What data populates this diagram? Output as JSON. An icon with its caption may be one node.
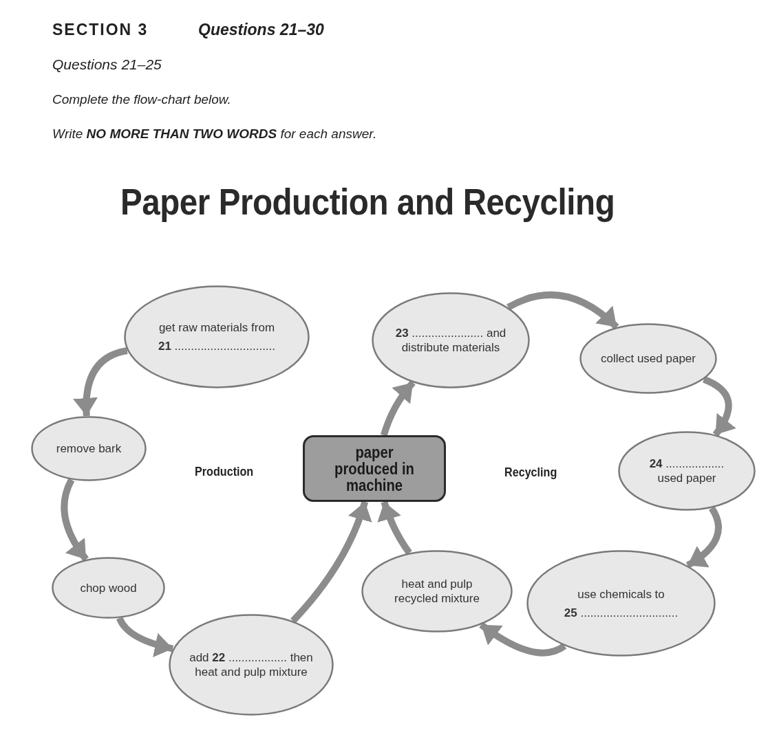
{
  "diagram": {
    "title": "Paper Production and Recycling",
    "nodes": [
      {
        "text": [
          "get raw materials from",
          "**21** ..............................."
        ]
      },
      {
        "text": [
          "remove bark"
        ]
      },
      {
        "text": [
          "chop wood"
        ]
      },
      {
        "text": [
          "add **22** .................. then heat and pulp mixture"
        ]
      },
      {
        "text": [
          "paper produced in machine"
        ]
      },
      {
        "text": [
          "**23** ...................... and distribute materials"
        ]
      },
      {
        "text": [
          "collect used paper"
        ]
      },
      {
        "text": [
          "**24** .................. used paper"
        ]
      },
      {
        "text": [
          "use chemicals to",
          "**25** .............................."
        ]
      },
      {
        "text": [
          "heat and pulp recycled mixture"
        ]
      }
    ],
    "edges": [
      {
        "from": 0,
        "to": 1,
        "arrow": "to"
      },
      {
        "from": 1,
        "to": 2,
        "arrow": "to"
      },
      {
        "from": 2,
        "to": 3,
        "arrow": "to"
      },
      {
        "from": 3,
        "to": 4,
        "arrow": "to"
      },
      {
        "from": 4,
        "to": 5,
        "arrow": "to"
      },
      {
        "from": 5,
        "to": 6,
        "arrow": "to"
      },
      {
        "from": 6,
        "to": 7,
        "arrow": "to"
      },
      {
        "from": 7,
        "to": 8,
        "arrow": "to"
      },
      {
        "from": 8,
        "to": 9,
        "arrow": "to"
      },
      {
        "from": 9,
        "to": 4,
        "arrow": "to"
      }
    ],
    "labels": [
      "SECTION 3",
      "Questions 21–30",
      "Questions 21–25",
      "Complete the flow-chart below.",
      "Write **NO MORE THAN TWO WORDS** for each answer.",
      "Production",
      "Recycling"
    ]
  }
}
